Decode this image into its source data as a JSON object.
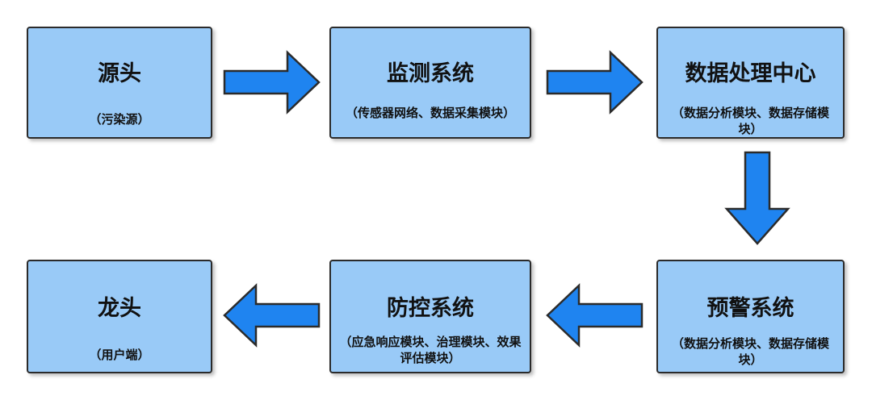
{
  "nodes": [
    {
      "id": "source",
      "title": "源头",
      "subtitle": "（污染源）"
    },
    {
      "id": "monitoring",
      "title": "监测系统",
      "subtitle": "（传感器网络、数据采集模块）"
    },
    {
      "id": "processing",
      "title": "数据处理中心",
      "subtitle": "（数据分析模块、数据存储模块）"
    },
    {
      "id": "warning",
      "title": "预警系统",
      "subtitle": "（数据分析模块、数据存储模块）"
    },
    {
      "id": "control",
      "title": "防控系统",
      "subtitle": "（应急响应模块、治理模块、效果评估模块）"
    },
    {
      "id": "tap",
      "title": "龙头",
      "subtitle": "（用户端）"
    }
  ],
  "colors": {
    "node_fill": "#99caf7",
    "arrow_fill": "#1f84f0",
    "border": "#2b2b2b"
  }
}
